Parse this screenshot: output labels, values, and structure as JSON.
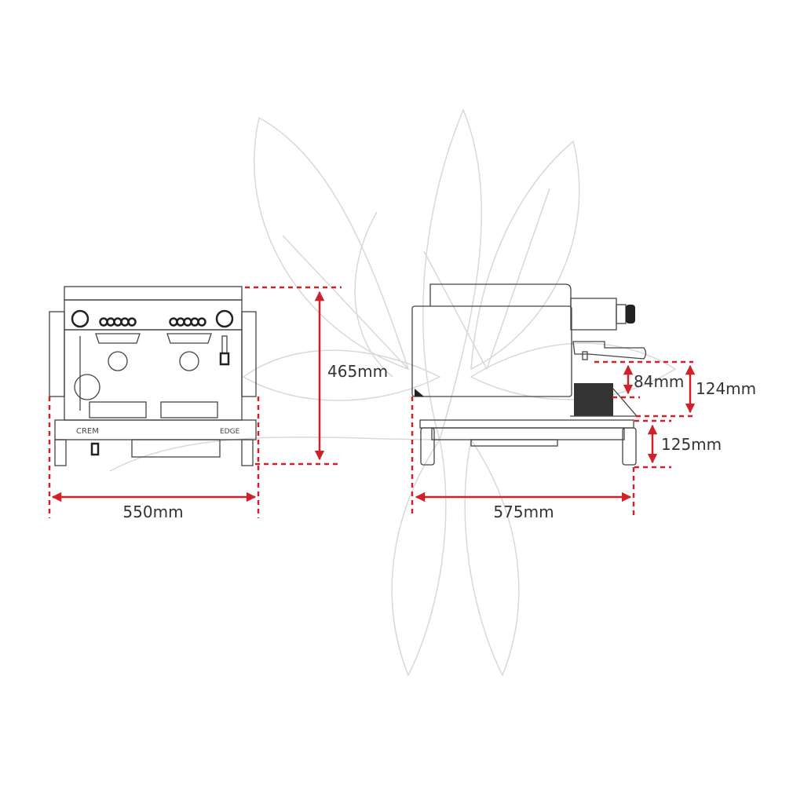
{
  "colors": {
    "dimension_red": "#d0202a",
    "line": "#333333",
    "watermark": "#d8d8d8"
  },
  "front_view": {
    "height_label": "465mm",
    "width_label": "550mm",
    "logo_left": "CREM",
    "logo_right": "EDGE"
  },
  "side_view": {
    "depth_label": "575mm",
    "cup_clearance_label": "84mm",
    "max_clearance_label": "124mm",
    "leg_height_label": "125mm"
  }
}
